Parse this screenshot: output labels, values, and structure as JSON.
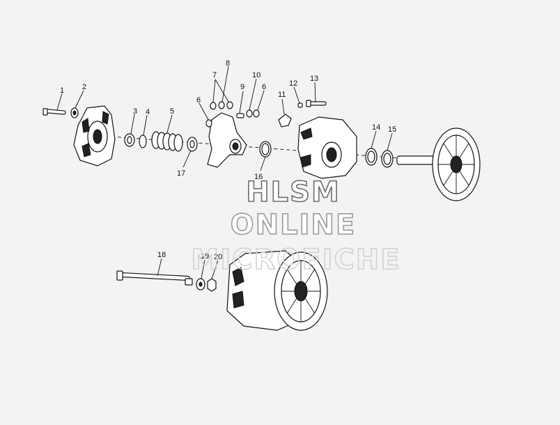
{
  "callouts": [
    "1",
    "2",
    "3",
    "4",
    "5",
    "6",
    "7",
    "8",
    "9",
    "10",
    "6",
    "11",
    "12",
    "13",
    "14",
    "15",
    "16",
    "17",
    "18",
    "19",
    "20"
  ],
  "watermark": {
    "line1": "HLSM",
    "line2": "ONLINE",
    "line3": "MICROFICHE"
  },
  "colors": {
    "background": "#f3f3f3",
    "ink": "#111111",
    "watermark_line1": "#6e6e6e",
    "watermark_line2": "#9a9a9a",
    "watermark_line3": "#d2d2d2"
  }
}
